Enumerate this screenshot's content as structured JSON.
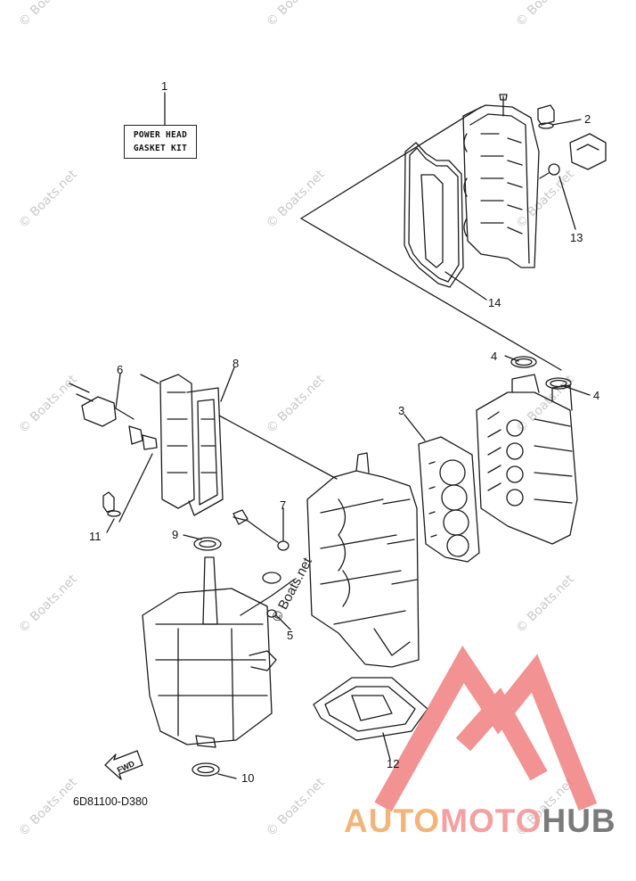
{
  "watermark_text": "© Boats.net",
  "kit_box": {
    "line1": "POWER HEAD",
    "line2": "GASKET KIT"
  },
  "diagram_code": "6D81100-D380",
  "fwd_label": "FWD",
  "brand": {
    "part1": "AUTO",
    "part2": "MOTO",
    "part3": "HUB"
  },
  "callouts": [
    "1",
    "2",
    "13",
    "14",
    "4",
    "4",
    "3",
    "6",
    "8",
    "7",
    "9",
    "11",
    "5",
    "12",
    "10"
  ],
  "colors": {
    "brand_orange": "#f3b47a",
    "brand_pink": "#f4a0a0",
    "brand_gray": "#7a7a7a",
    "logo_red": "#f08080"
  }
}
